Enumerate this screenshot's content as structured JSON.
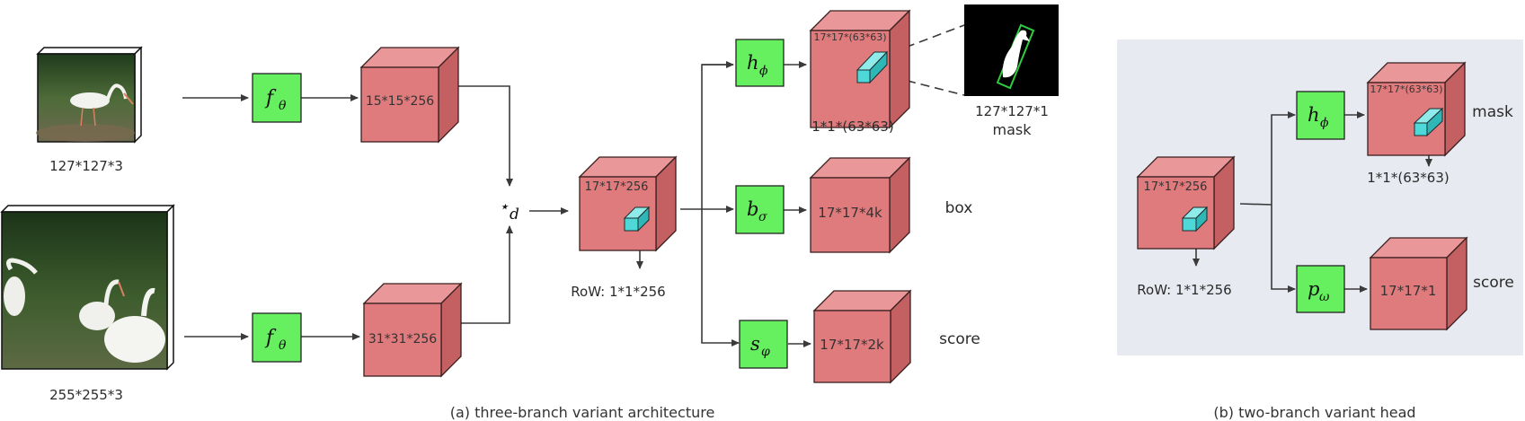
{
  "inputs": {
    "exemplar_size": "127*127*3",
    "search_size": "255*255*3"
  },
  "panel_a": {
    "f_top": {
      "base": "f",
      "sub": "θ"
    },
    "f_bottom": {
      "base": "f",
      "sub": "θ"
    },
    "feat_top": "15*15*256",
    "feat_bottom": "31*31*256",
    "corr": {
      "base": "⋆",
      "sub": "d"
    },
    "response": "17*17*256",
    "row_label": "RoW: 1*1*256",
    "h_block": {
      "base": "h",
      "sub": "ϕ"
    },
    "b_block": {
      "base": "b",
      "sub": "σ"
    },
    "s_block": {
      "base": "s",
      "sub": "φ"
    },
    "mask_cube": "17*17*(63*63)",
    "mask_vec": "1*1*(63*63)",
    "box_cube": "17*17*4k",
    "score_cube": "17*17*2k",
    "box_label": "box",
    "score_label": "score",
    "mask_out_size": "127*127*1",
    "mask_out_label": "mask",
    "caption": "(a) three-branch   variant architecture"
  },
  "panel_b": {
    "response": "17*17*256",
    "row_label": "RoW: 1*1*256",
    "h_block": {
      "base": "h",
      "sub": "ϕ"
    },
    "p_block": {
      "base": "p",
      "sub": "ω"
    },
    "mask_cube": "17*17*(63*63)",
    "mask_vec": "1*1*(63*63)",
    "score_cube": "17*17*1",
    "mask_label": "mask",
    "score_label": "score",
    "caption": "(b) two-branch   variant head"
  },
  "colors": {
    "cube_front": "#e07b7d",
    "cube_top": "#e99799",
    "cube_side": "#c45f62",
    "cube_stroke": "#3a1f1f",
    "block_green": "#66f060",
    "row_cyan": "#4fd8d8",
    "panel_bg": "#e8eaf2",
    "arrow": "#3a3a3a",
    "mask_frame": "#2ecc40"
  }
}
